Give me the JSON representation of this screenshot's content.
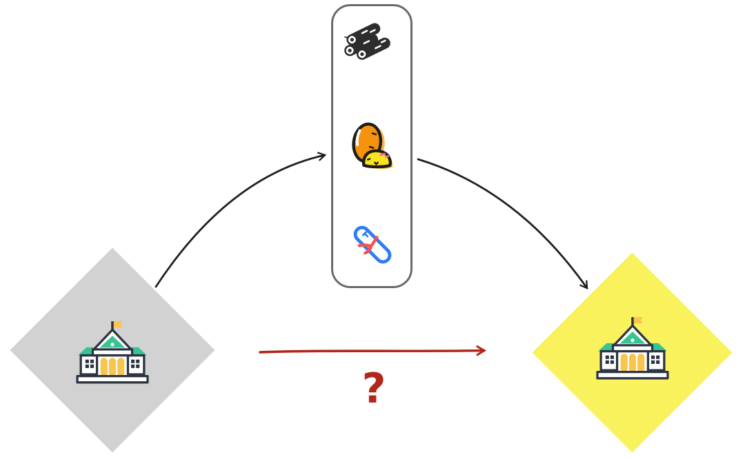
{
  "colors": {
    "page-bg": "#ffffff",
    "diamond-gray": "#d2d2d2",
    "diamond-yellow": "#faf25c",
    "ink": "#1f1f1f",
    "ink-outline": "#1c1c1c",
    "accent-red": "#b1271a",
    "box-border": "#6a6a6a",
    "building-outline": "#2b3442",
    "building-roof-green": "#38c492",
    "building-yellow": "#f9c54d",
    "log-dark": "#2d2d2d",
    "potato-orange": "#f5920e",
    "potato-orange-shadow": "#f8b44a",
    "potato-yellow": "#f8e41f",
    "potato-yellow-shadow": "#edc51a",
    "potato-blush": "#fa6f93",
    "scroll-blue": "#2e7cf6",
    "ribbon-red": "#f4504e"
  },
  "nodes": {
    "left_institution": {
      "shape": "diamond",
      "fill": "gray",
      "icon": "bank-building-icon"
    },
    "right_institution": {
      "shape": "diamond",
      "fill": "yellow",
      "icon": "bank-building-icon"
    },
    "goods_box": {
      "shape": "rounded-rectangle",
      "items": [
        {
          "name": "firewood-logs",
          "icon": "logs-icon"
        },
        {
          "name": "potatoes",
          "icon": "potatoes-icon"
        },
        {
          "name": "scroll-diploma",
          "icon": "scroll-icon"
        }
      ]
    }
  },
  "edges": {
    "left_to_goods": {
      "style": "curved-arrow",
      "color": "black"
    },
    "goods_to_right": {
      "style": "curved-arrow",
      "color": "black"
    },
    "exchange": {
      "style": "straight-arrow",
      "color": "red",
      "label": "?"
    }
  }
}
